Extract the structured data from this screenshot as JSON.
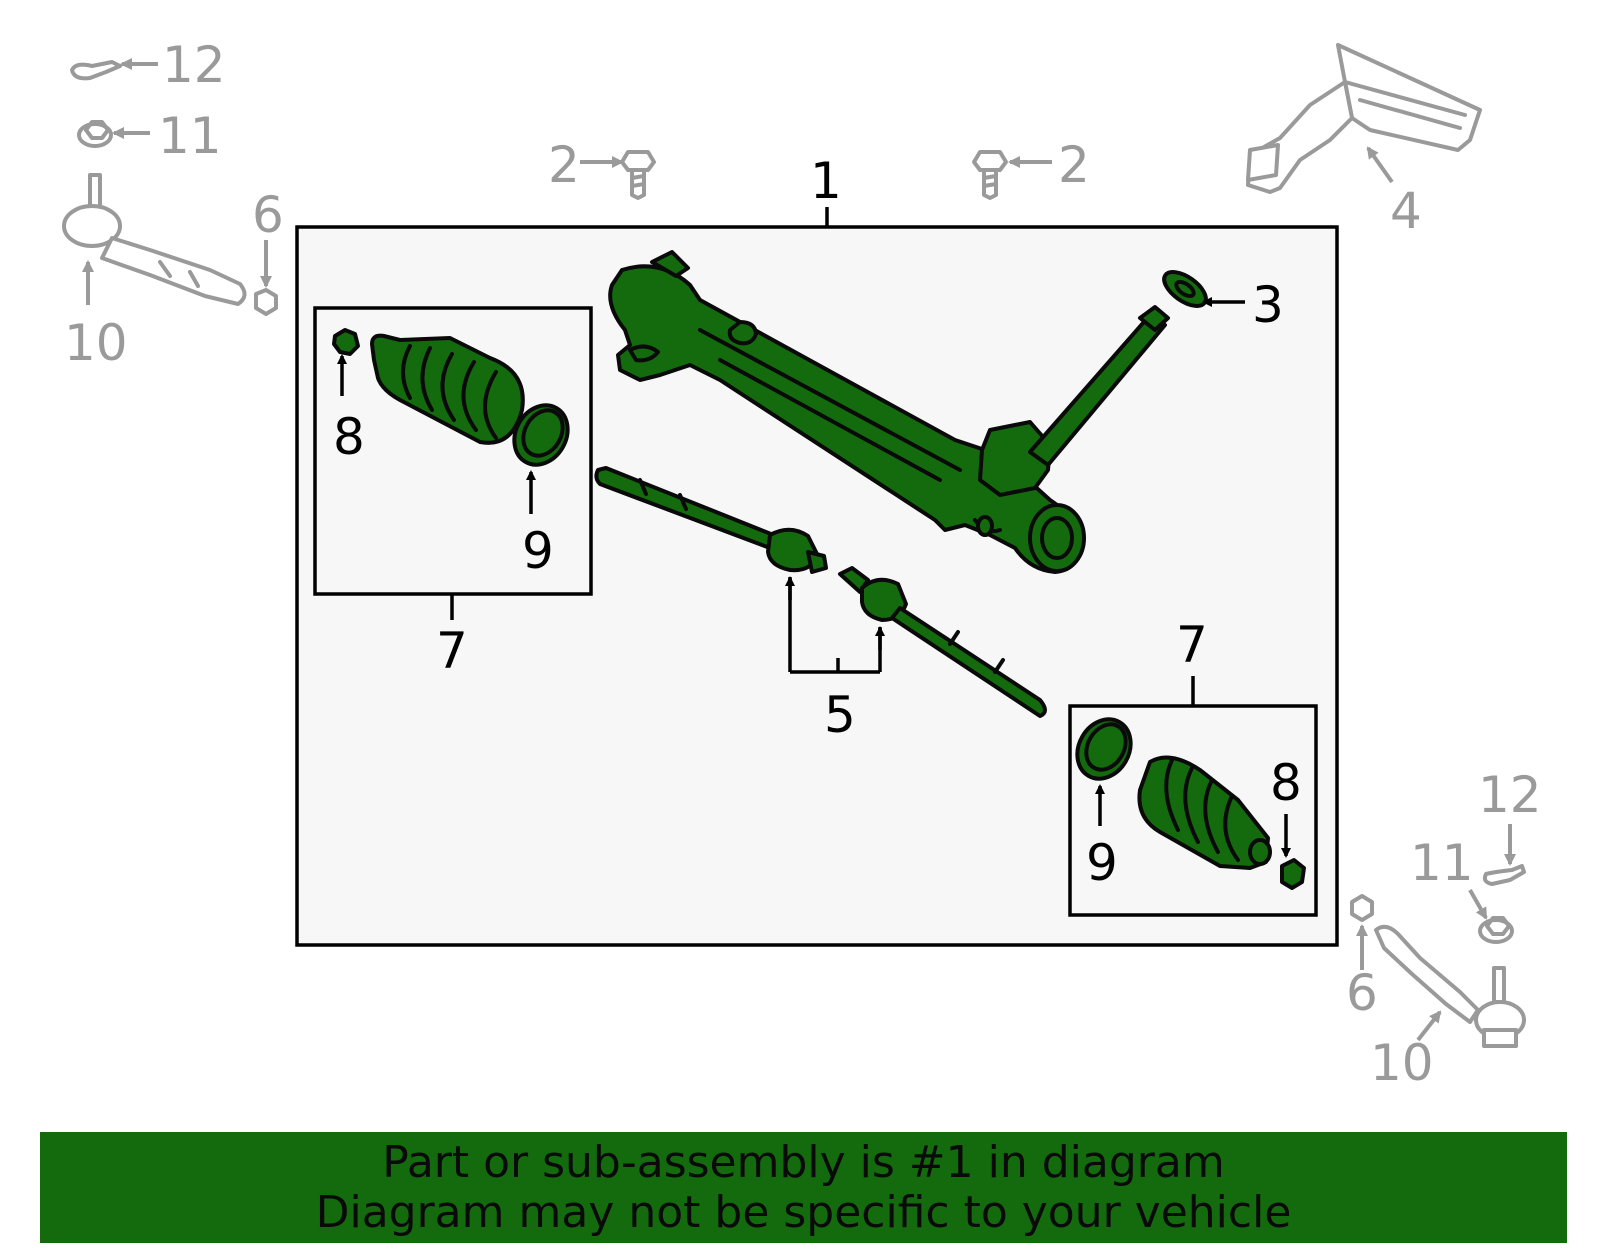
{
  "diagram": {
    "colors": {
      "highlight": "#146b0e",
      "outline": "#0a0a0a",
      "secondary": "#9a9a9a",
      "panel": "#f7f7f7"
    },
    "callouts": {
      "c1": "1",
      "c2_left": "2",
      "c2_right": "2",
      "c3": "3",
      "c4": "4",
      "c5": "5",
      "c6_left": "6",
      "c6_right": "6",
      "c7_left": "7",
      "c7_right": "7",
      "c8_left": "8",
      "c8_right": "8",
      "c9_left": "9",
      "c9_right": "9",
      "c10_left": "10",
      "c10_right": "10",
      "c11_left": "11",
      "c11_right": "11",
      "c12_left": "12",
      "c12_right": "12"
    }
  },
  "footer": {
    "line1": "Part or sub-assembly is #1 in diagram",
    "line2": "Diagram may not be specific to your vehicle"
  }
}
